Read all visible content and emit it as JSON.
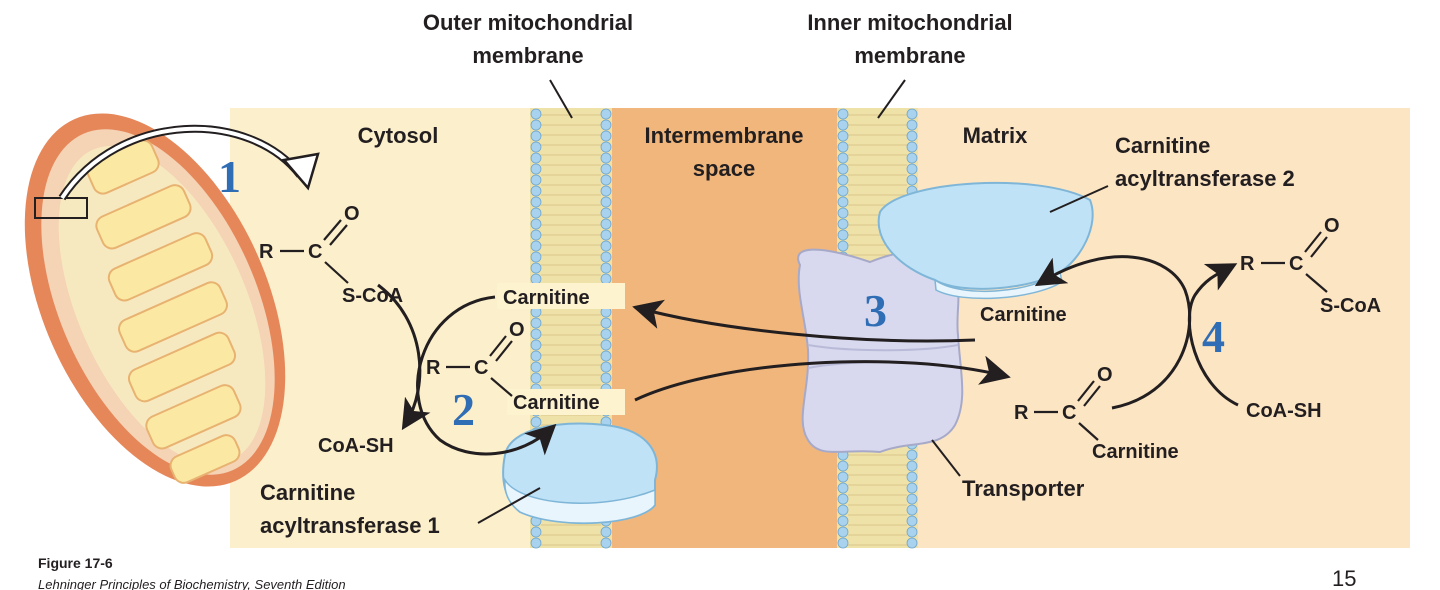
{
  "membrane_labels": {
    "outer_line1": "Outer mitochondrial",
    "outer_line2": "membrane",
    "inner_line1": "Inner mitochondrial",
    "inner_line2": "membrane"
  },
  "compartments": {
    "cytosol": "Cytosol",
    "intermembrane_line1": "Intermembrane",
    "intermembrane_line2": "space",
    "matrix": "Matrix"
  },
  "enzymes": {
    "cat1_line1": "Carnitine",
    "cat1_line2": "acyltransferase 1",
    "cat2_line1": "Carnitine",
    "cat2_line2": "acyltransferase 2",
    "transporter": "Transporter"
  },
  "steps": [
    "1",
    "2",
    "3",
    "4"
  ],
  "molecules": {
    "R": "R",
    "C": "C",
    "O": "O",
    "s_coa": "S-CoA",
    "coa_sh": "CoA-SH",
    "carnitine": "Carnitine"
  },
  "caption": {
    "figure": "Figure 17-6",
    "source": "Lehninger Principles of Biochemistry, Seventh Edition",
    "page_number": "15"
  },
  "colors": {
    "cytosol": "#fcefcc",
    "intermembrane": "#f0b67c",
    "matrix": "#fce5c3",
    "membrane_core": "#efe2a9",
    "lipid_head": "#a8d2ee",
    "enzyme": "#bfe2f6",
    "transporter": "#d8d9ee",
    "step_number": "#2f6db5"
  }
}
